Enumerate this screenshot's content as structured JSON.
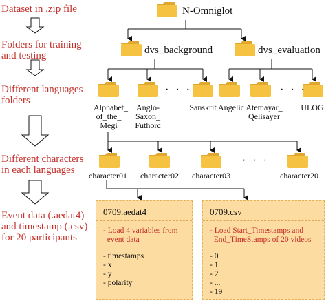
{
  "steps": [
    "Dataset in .zip file",
    "Folders for training\nand testing",
    "Different languages\nfolders",
    "Different characters\nin each languages",
    "Event data (.aedat4)\nand timestamp (.csv)\nfor 20 participants"
  ],
  "root": "N-Omniglot",
  "splits": [
    "dvs_background",
    "dvs_evaluation"
  ],
  "languages_background": [
    "Alphabet_\nof_the_\nMegi",
    "Anglo-\nSaxon_\nFuthorc",
    "Sanskrit"
  ],
  "languages_evaluation": [
    "Angelic",
    "Atemayar_\nQelisayer",
    "ULOG"
  ],
  "characters": [
    "character01",
    "character02",
    "character03",
    "character20"
  ],
  "ellipsis": "· · ·",
  "aedat_box": {
    "title": "0709.aedat4",
    "desc": "- Load 4 variables from\n  event data",
    "items": "- timestamps\n- x\n- y\n- polarity"
  },
  "csv_box": {
    "title": "0709.csv",
    "desc": "- Load Start_Timestamps and\n  End_TimeStamps of 20 videos",
    "items": "- 0\n- 1\n- 2\n- ...\n- 19"
  },
  "colors": {
    "label": "#c4302b",
    "folder": "#f5c242",
    "box": "#fcdca0"
  }
}
